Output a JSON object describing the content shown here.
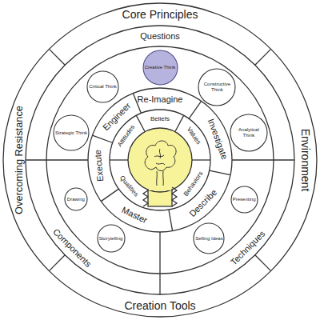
{
  "diagram": {
    "nodes": [
      {
        "text": [
          "Creative Think"
        ]
      },
      {
        "text": [
          "Constructive Think"
        ]
      },
      {
        "text": [
          "Analytical Think"
        ]
      },
      {
        "text": [
          "Presenting"
        ]
      },
      {
        "text": [
          "Selling Ideas"
        ]
      },
      {
        "text": [
          "Storytelling"
        ]
      },
      {
        "text": [
          "Drawing"
        ]
      },
      {
        "text": [
          "Strategic Think"
        ]
      },
      {
        "text": [
          "Critical Think"
        ]
      }
    ],
    "labels": [
      "Core Principles",
      "Questions",
      "Environment",
      "Overcoming Resistance",
      "Techniques",
      "Components",
      "Creation Tools",
      "Re-Imagine",
      "Engineer",
      "Investigate",
      "Beliefs",
      "Attitudes",
      "Values",
      "Execute",
      "Qualities",
      "Behaviors",
      "Describe",
      "Master"
    ]
  }
}
